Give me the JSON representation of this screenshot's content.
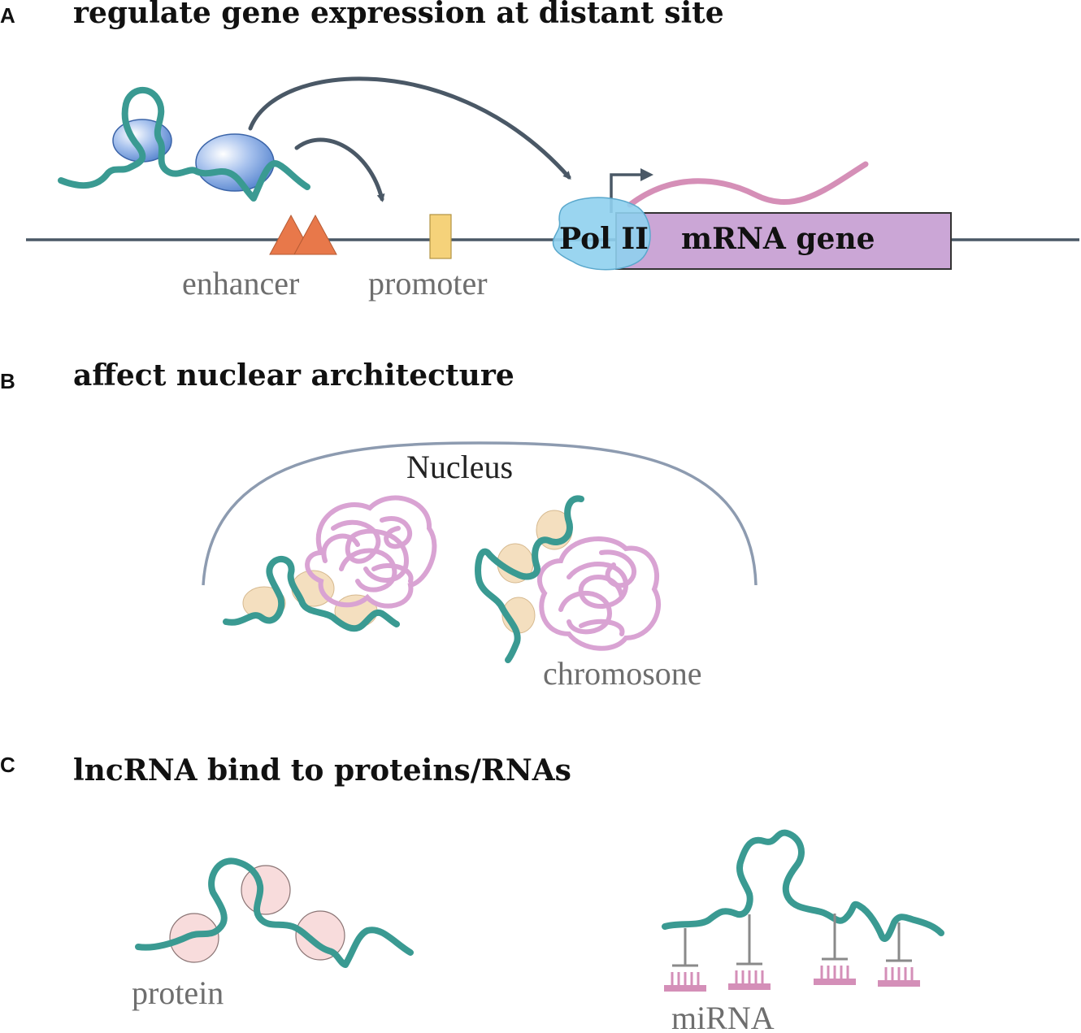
{
  "panels": {
    "a": {
      "letter": "A",
      "title": "regulate gene expression at distant site",
      "enhancer_label": "enhancer",
      "promoter_label": "promoter",
      "polymerase_label": "Pol II",
      "gene_label": "mRNA gene"
    },
    "b": {
      "letter": "B",
      "title": "affect nuclear architecture",
      "nucleus_label": "Nucleus",
      "chromosome_label": "chromosone"
    },
    "c": {
      "letter": "C",
      "title": "lncRNA bind to proteins/RNAs",
      "protein_label": "protein",
      "mirna_label": "miRNA"
    }
  },
  "colors": {
    "lncrna": "#3a9a92",
    "protein_blue": "#6d98d8",
    "enhancer": "#e8784a",
    "promoter": "#f5d27a",
    "pol2": "#8fd0ee",
    "gene_box": "#cba6d6",
    "mrna": "#d58fb7",
    "chromosome": "#d9a3d3",
    "nuclear_protein": "#f4dfbf",
    "binding_protein": "#f8dcdc",
    "mirna": "#d48fb8"
  }
}
